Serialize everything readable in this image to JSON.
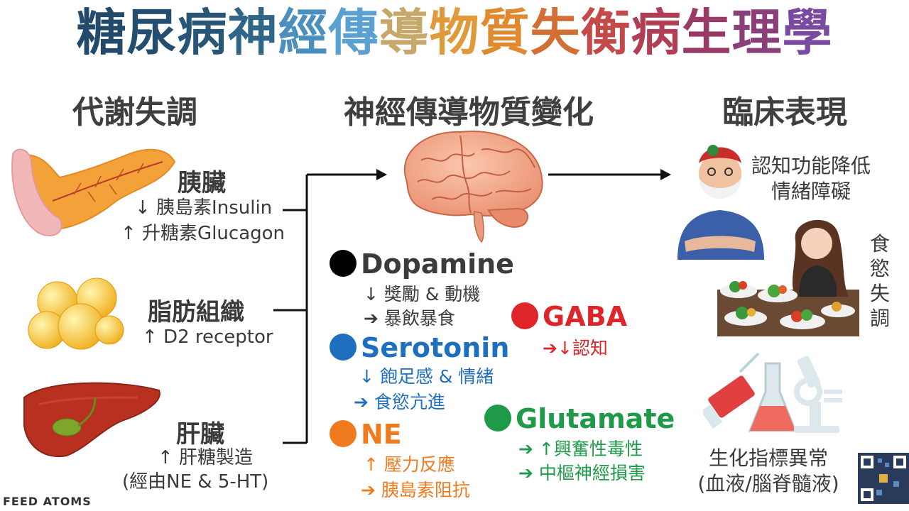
{
  "title": [
    {
      "text": "糖",
      "color": "#234a6a"
    },
    {
      "text": "尿",
      "color": "#244e70"
    },
    {
      "text": "病",
      "color": "#285676"
    },
    {
      "text": "神",
      "color": "#2f6586"
    },
    {
      "text": "經",
      "color": "#4b8fbf"
    },
    {
      "text": "傳",
      "color": "#5aa0d0"
    },
    {
      "text": "導",
      "color": "#c7a76a"
    },
    {
      "text": "物",
      "color": "#e09a3a"
    },
    {
      "text": "質",
      "color": "#e08a30"
    },
    {
      "text": "失",
      "color": "#d36f35"
    },
    {
      "text": "衡",
      "color": "#c44a4a"
    },
    {
      "text": "病",
      "color": "#b03e55"
    },
    {
      "text": "生",
      "color": "#9a3a66"
    },
    {
      "text": "理",
      "color": "#8a3f7a"
    },
    {
      "text": "學",
      "color": "#7a4aa0"
    }
  ],
  "columns": {
    "left": "代謝失調",
    "middle": "神經傳導物質變化",
    "right": "臨床表現"
  },
  "organs": {
    "pancreas": {
      "name": "胰臟",
      "lines": [
        "↓ 胰島素Insulin",
        "↑ 升糖素Glucagon"
      ]
    },
    "adipose": {
      "name": "脂肪組織",
      "lines": [
        "↑ D2 receptor"
      ]
    },
    "liver": {
      "name": "肝臟",
      "lines": [
        "↑ 肝糖製造",
        "(經由NE & 5-HT)"
      ]
    }
  },
  "neurotransmitters": {
    "dopamine": {
      "name": "Dopamine",
      "color": "#3b3b3b",
      "dot": "#000000",
      "lines": [
        "↓ 獎勵 & 動機",
        "➔ 暴飲暴食"
      ],
      "line_color": "#3b3b3b"
    },
    "serotonin": {
      "name": "Serotonin",
      "color": "#1f6fbf",
      "dot": "#1f6fbf",
      "lines": [
        "↓ 飽足感 & 情緒",
        "➔ 食慾亢進"
      ],
      "line_color": "#1f6fbf"
    },
    "ne": {
      "name": "NE",
      "color": "#f07a1e",
      "dot": "#f07a1e",
      "lines": [
        "↑ 壓力反應",
        "➔ 胰島素阻抗"
      ],
      "line_color": "#f07a1e"
    },
    "gaba": {
      "name": "GABA",
      "color": "#e0252a",
      "dot": "#e0252a",
      "lines": [
        "➔↓認知"
      ],
      "line_color": "#e0252a"
    },
    "glutamate": {
      "name": "Glutamate",
      "color": "#1e9a48",
      "dot": "#1e9a48",
      "lines": [
        "➔ ↑興奮性毒性",
        "➔ 中樞神經損害"
      ],
      "line_color": "#1e9a48"
    }
  },
  "clinical": {
    "cognition": [
      "認知功能降低",
      "情緒障礙"
    ],
    "appetite": [
      "食",
      "慾",
      "失",
      "調"
    ],
    "biomarkers": [
      "生化指標異常",
      "(血液/腦脊髓液)"
    ]
  },
  "brand": "FEED ATOMS"
}
